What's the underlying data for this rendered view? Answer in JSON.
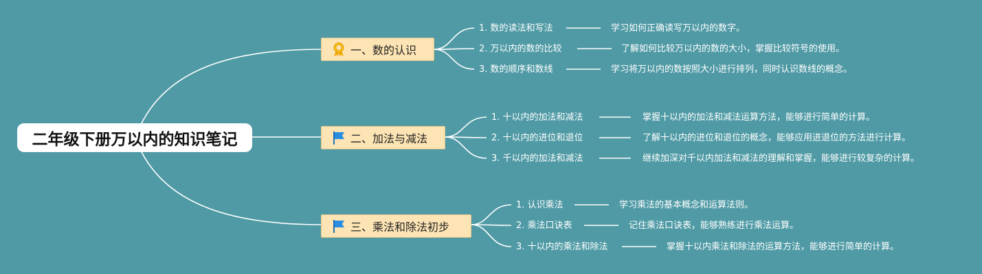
{
  "root": {
    "title": "二年级下册万以内的知识笔记"
  },
  "colors": {
    "background": "#4f9aa5",
    "branch_fill": "#fde4b4",
    "line": "#ffffff"
  },
  "branches": [
    {
      "label": "一、数的认识",
      "icon": "award-ribbon-icon",
      "items": [
        {
          "topic": "1. 数的读法和写法",
          "desc": "学习如何正确读写万以内的数字。"
        },
        {
          "topic": "2. 万以内的数的比较",
          "desc": "了解如何比较万以内的数的大小，掌握比较符号的使用。"
        },
        {
          "topic": "3. 数的顺序和数线",
          "desc": "学习将万以内的数按照大小进行排列，同时认识数线的概念。"
        }
      ]
    },
    {
      "label": "二、加法与减法",
      "icon": "blue-flag-icon",
      "items": [
        {
          "topic": "1. 十以内的加法和减法",
          "desc": "掌握十以内的加法和减法运算方法，能够进行简单的计算。"
        },
        {
          "topic": "2. 十以内的进位和退位",
          "desc": "了解十以内的进位和退位的概念，能够应用进退位的方法进行计算。"
        },
        {
          "topic": "3. 千以内的加法和减法",
          "desc": "继续加深对千以内加法和减法的理解和掌握，能够进行较复杂的计算。"
        }
      ]
    },
    {
      "label": "三、乘法和除法初步",
      "icon": "blue-flag-icon",
      "items": [
        {
          "topic": "1. 认识乘法",
          "desc": "学习乘法的基本概念和运算法则。"
        },
        {
          "topic": "2. 乘法口诀表",
          "desc": "记住乘法口诀表，能够熟练进行乘法运算。"
        },
        {
          "topic": "3. 十以内的乘法和除法",
          "desc": "掌握十以内乘法和除法的运算方法，能够进行简单的计算。"
        }
      ]
    }
  ]
}
